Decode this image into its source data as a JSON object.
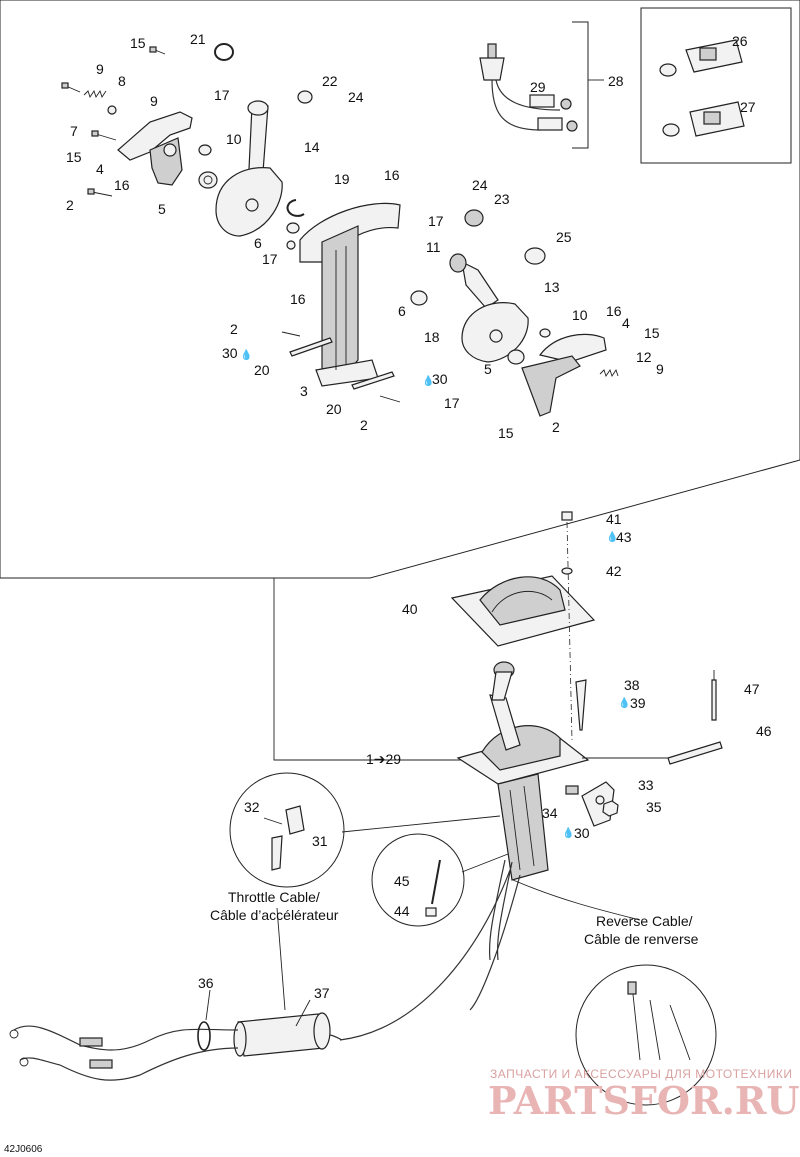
{
  "diagram_code": "42J0606",
  "callouts": {
    "c15a": "15",
    "c21": "21",
    "c9a": "9",
    "c8": "8",
    "c9b": "9",
    "c17a": "17",
    "c22": "22",
    "c24a": "24",
    "c7": "7",
    "c10a": "10",
    "c15b": "15",
    "c4a": "4",
    "c16a": "16",
    "c14": "14",
    "c2a": "2",
    "c5a": "5",
    "c19": "19",
    "c16b": "16",
    "c6a": "6",
    "c17b": "17",
    "c11": "11",
    "c17c": "17",
    "c16c": "16",
    "c24b": "24",
    "c23": "23",
    "c25": "25",
    "c13": "13",
    "c2b": "2",
    "c30a": "30",
    "c20a": "20",
    "c18": "18",
    "c6b": "6",
    "c10b": "10",
    "c16d": "16",
    "c4b": "4",
    "c15c": "15",
    "c12": "12",
    "c9c": "9",
    "c5b": "5",
    "c3": "3",
    "c30b": "30",
    "c20b": "20",
    "c17d": "17",
    "c2c": "2",
    "c15d": "15",
    "c2d": "2",
    "c26": "26",
    "c27": "27",
    "c28": "28",
    "c29": "29",
    "c41": "41",
    "c43": "43",
    "c42": "42",
    "c40": "40",
    "c38": "38",
    "c39": "39",
    "c47": "47",
    "c46": "46",
    "c1to29": "1➔29",
    "c33": "33",
    "c35": "35",
    "c34": "34",
    "c30c": "30",
    "c32": "32",
    "c31": "31",
    "c45": "45",
    "c44": "44",
    "c36": "36",
    "c37": "37"
  },
  "labels": {
    "throttle_en": "Throttle Cable/",
    "throttle_fr": "Câble d’accélérateur",
    "reverse_en": "Reverse Cable/",
    "reverse_fr": "Câble de renverse"
  },
  "watermark": {
    "line1": "ЗАПЧАСТИ И АКСЕССУАРЫ ДЛЯ МОТОТЕХНИКИ",
    "line2": "PARTSFOR.RU"
  },
  "colors": {
    "ink": "#222222",
    "watermark": "#e8b4b4"
  }
}
